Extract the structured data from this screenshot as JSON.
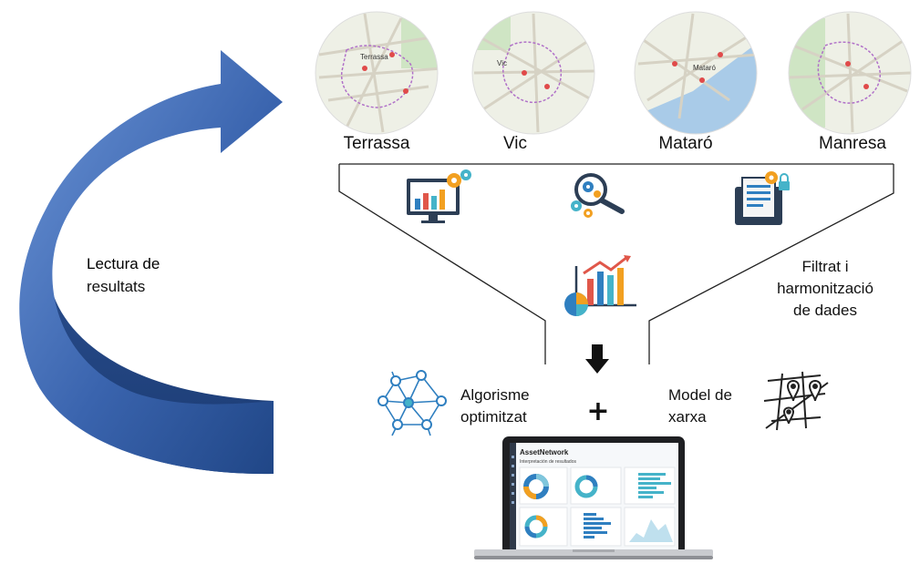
{
  "cities": [
    {
      "name": "Terrassa",
      "map_label": "Terrassa"
    },
    {
      "name": "Vic",
      "map_label": "Vic"
    },
    {
      "name": "Mataró",
      "map_label": "Mataró"
    },
    {
      "name": "Manresa",
      "map_label": ""
    }
  ],
  "left_arrow": {
    "label_line1": "Lectura de",
    "label_line2": "resultats"
  },
  "funnel": {
    "right_label_line1": "Filtrat i",
    "right_label_line2": "harmonització",
    "right_label_line3": "de dades",
    "icons": [
      "monitor-chart-gears-icon",
      "search-gears-icon",
      "document-gear-lock-icon",
      "growth-chart-pie-icon"
    ]
  },
  "inputs": {
    "algorithm_line1": "Algorisme",
    "algorithm_line2": "optimitzat",
    "network_line1": "Model de",
    "network_line2": "xarxa",
    "plus": "+"
  },
  "laptop": {
    "app_title": "AssetNetwork",
    "app_subtitle": "Interpretación de resultados"
  },
  "colors": {
    "arrow_dark": "#2a4f8e",
    "arrow_light": "#5b86cc",
    "icon_blue": "#2f7fc0",
    "icon_teal": "#45b3c9",
    "icon_orange": "#f2a021",
    "map_land": "#eef0e6",
    "map_water": "#a9cbe8",
    "map_green": "#cfe5c4"
  }
}
